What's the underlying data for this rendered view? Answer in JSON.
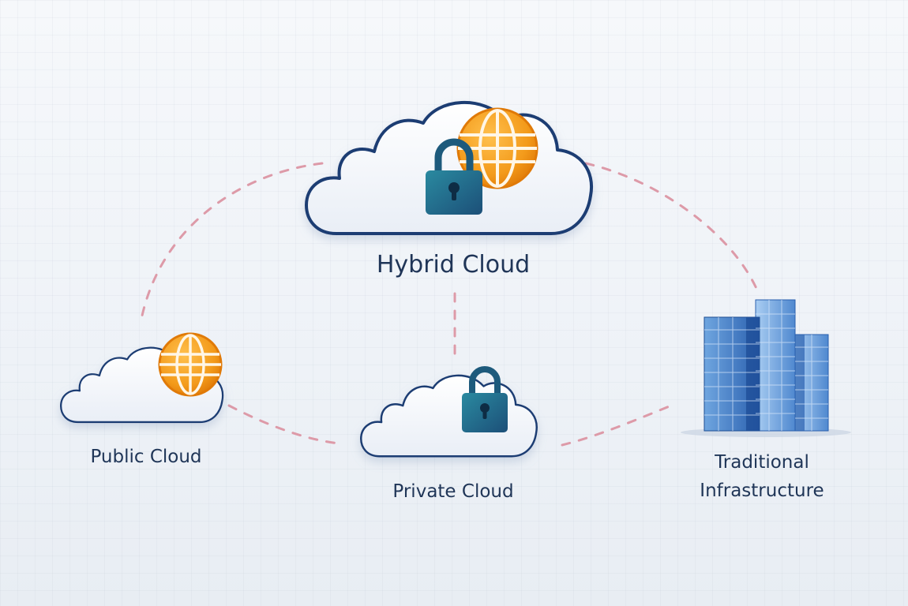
{
  "nodes": {
    "hybrid": {
      "label": "Hybrid Cloud",
      "icons": [
        "lock-icon",
        "globe-icon"
      ]
    },
    "public": {
      "label": "Public Cloud",
      "icons": [
        "globe-icon"
      ]
    },
    "private": {
      "label": "Private Cloud",
      "icons": [
        "lock-icon"
      ]
    },
    "traditional": {
      "label_line1": "Traditional",
      "label_line2": "Infrastructure",
      "icons": [
        "office-building-icon"
      ]
    }
  },
  "connections": [
    {
      "from": "hybrid",
      "to": "public",
      "style": "dashed"
    },
    {
      "from": "hybrid",
      "to": "traditional",
      "style": "dashed"
    },
    {
      "from": "hybrid",
      "to": "private",
      "style": "dashed"
    },
    {
      "from": "public",
      "to": "private",
      "style": "dashed"
    },
    {
      "from": "private",
      "to": "traditional",
      "style": "dashed"
    }
  ],
  "colors": {
    "cloud_outline": "#1d3d73",
    "connector": "#dd9aa8",
    "globe": "#f39a1a",
    "lock": "#1f6f86",
    "building": "#2f6fc0",
    "label_text": "#1f3557"
  }
}
